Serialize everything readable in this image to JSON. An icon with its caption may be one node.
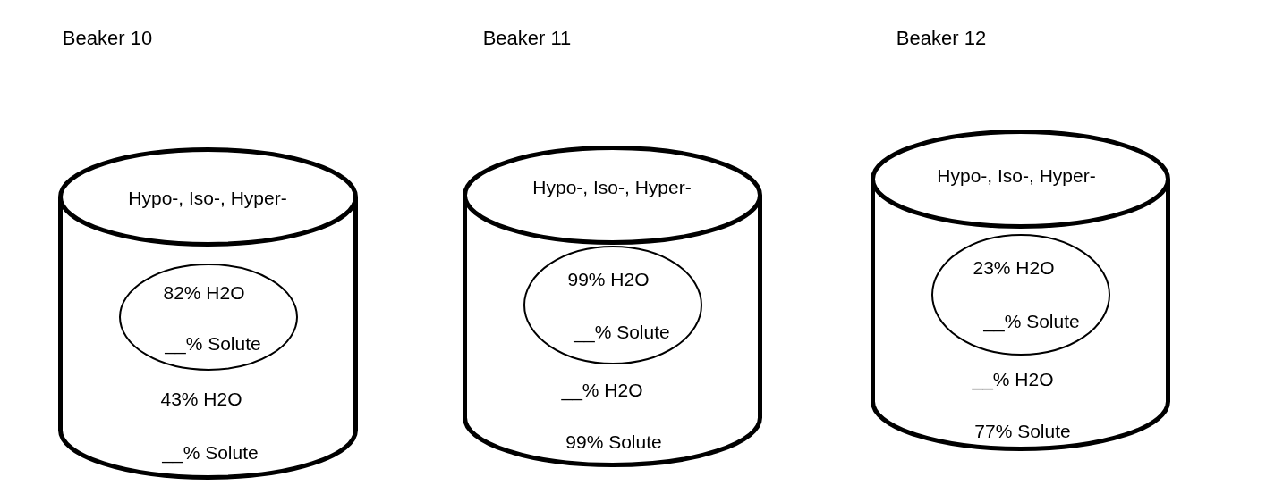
{
  "diagram": {
    "nodes": [
      {
        "text": [
          "Beaker 10",
          "Hypo-, Iso-, Hyper-",
          "43% H2O",
          "__% Solute"
        ]
      },
      {
        "text": [
          "82% H2O",
          "__% Solute"
        ],
        "in": 0
      },
      {
        "text": [
          "Beaker 11",
          "Hypo-, Iso-, Hyper-",
          "__% H2O",
          "99% Solute"
        ]
      },
      {
        "text": [
          "99% H2O",
          "__% Solute"
        ],
        "in": 2
      },
      {
        "text": [
          "Beaker 12",
          "Hypo-, Iso-, Hyper-",
          "__% H2O",
          "77% Solute"
        ]
      },
      {
        "text": [
          "23% H2O",
          "__% Solute"
        ],
        "in": 4
      }
    ]
  }
}
